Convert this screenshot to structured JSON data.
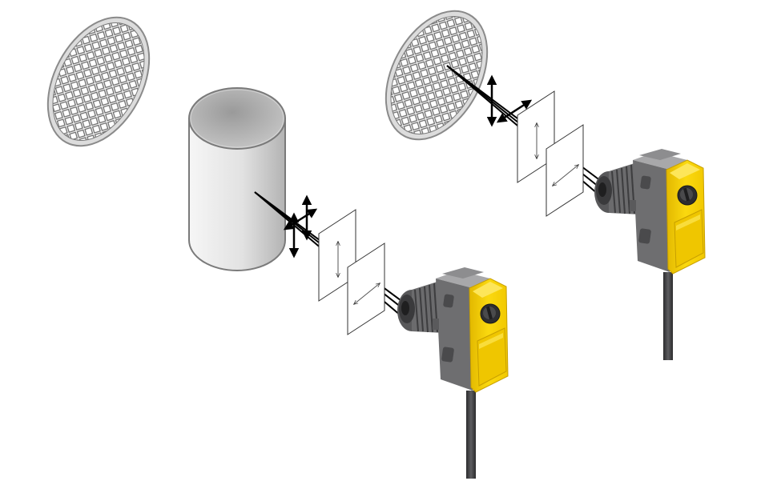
{
  "diagram": {
    "scenes": [
      {
        "id": "blocked",
        "components": [
          "retroreflector",
          "cylinder-object",
          "polarizing-filters",
          "light-beam",
          "photoelectric-sensor",
          "cable"
        ]
      },
      {
        "id": "unblocked",
        "components": [
          "retroreflector",
          "polarizing-filters",
          "light-beam",
          "photoelectric-sensor",
          "cable"
        ]
      }
    ]
  },
  "colors": {
    "sensor_yellow": "#f5d20c",
    "sensor_yellow_dark": "#d4ad05",
    "sensor_gray": "#6e6e70",
    "sensor_gray_dark": "#4a4a4c",
    "cable": "#3d3d3f",
    "reflector_rim": "#9a9a9a",
    "reflector_mesh": "#555555",
    "cylinder_light": "#f4f4f4",
    "cylinder_dark": "#b8b8b8",
    "beam": "#000000"
  },
  "icons": [
    "retroreflector-icon",
    "cylinder-icon",
    "polarizer-filter-icon",
    "sensor-icon",
    "cable-icon"
  ]
}
